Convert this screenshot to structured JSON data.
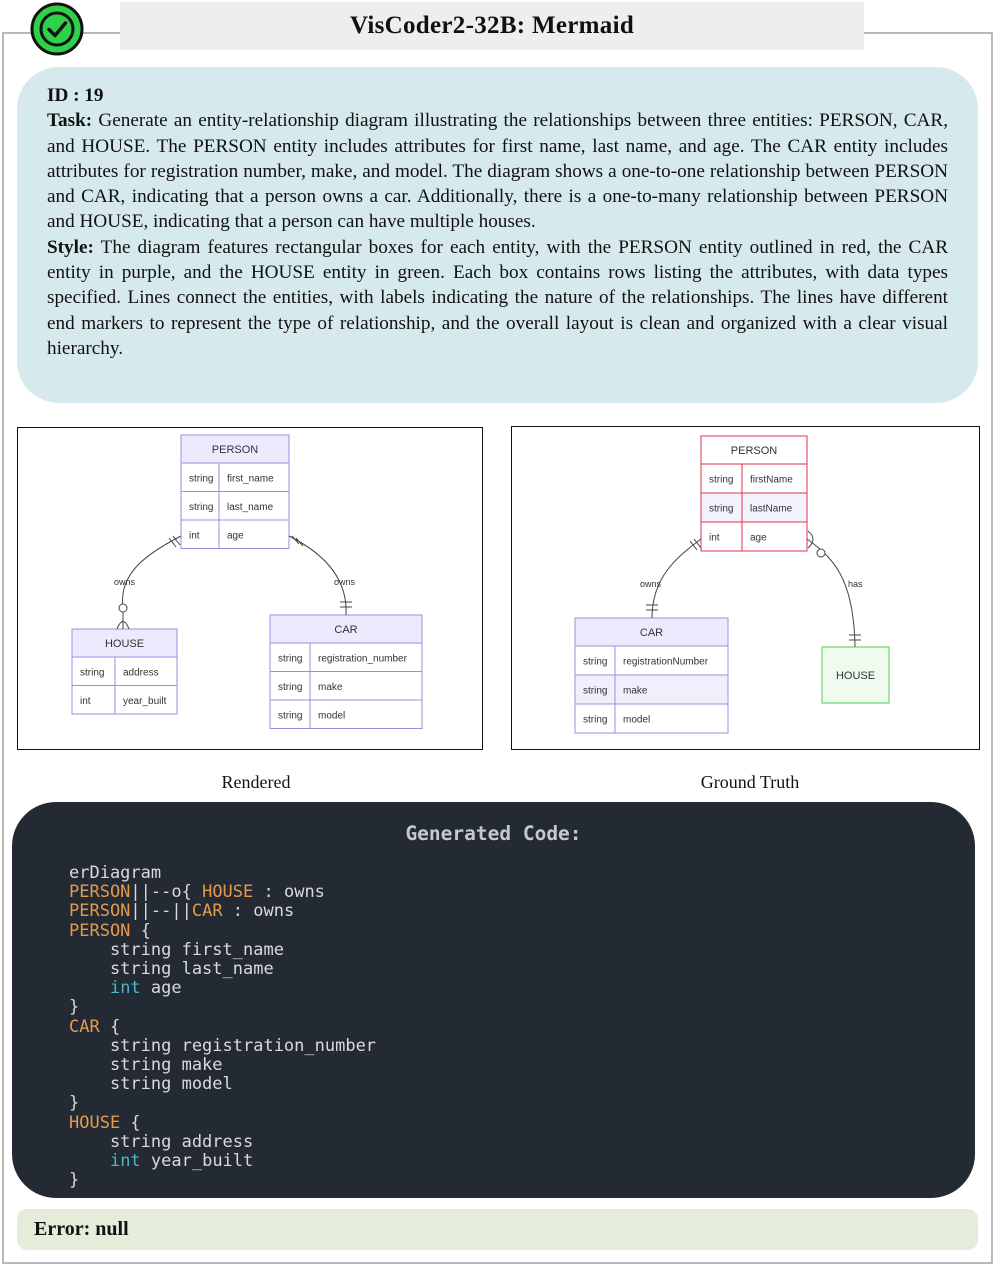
{
  "header": {
    "title": "VisCoder2-32B: Mermaid",
    "status_icon": "check-circle-icon",
    "status_color": "#2fd14a"
  },
  "task": {
    "id_label": "ID : 19",
    "task_label": "Task:",
    "task_text": "Generate an entity-relationship diagram illustrating the relationships between three entities: PERSON, CAR, and HOUSE. The PERSON entity includes attributes for first name, last name, and age. The CAR entity includes attributes for registration number, make, and model. The diagram shows a one-to-one relationship between PERSON and CAR, indicating that a person owns a car. Additionally, there is a one-to-many relationship between PERSON and HOUSE, indicating that a person can have multiple houses.",
    "style_label": "Style:",
    "style_text": "The diagram features rectangular boxes for each entity, with the PERSON entity outlined in red, the CAR entity in purple, and the HOUSE entity in green. Each box contains rows listing the attributes, with data types specified. Lines connect the entities, with labels indicating the nature of the relationships. The lines have different end markers to represent the type of relationship, and the overall layout is clean and organized with a clear visual hierarchy."
  },
  "rendered": {
    "caption": "Rendered",
    "entities": {
      "person": {
        "name": "PERSON",
        "rows": [
          [
            "string",
            "first_name"
          ],
          [
            "string",
            "last_name"
          ],
          [
            "int",
            "age"
          ]
        ]
      },
      "house": {
        "name": "HOUSE",
        "rows": [
          [
            "string",
            "address"
          ],
          [
            "int",
            "year_built"
          ]
        ]
      },
      "car": {
        "name": "CAR",
        "rows": [
          [
            "string",
            "registration_number"
          ],
          [
            "string",
            "make"
          ],
          [
            "string",
            "model"
          ]
        ]
      }
    },
    "rel_left": "owns",
    "rel_right": "owns",
    "border_color": "#9b8ee0",
    "header_fill": "#ecebfd"
  },
  "ground_truth": {
    "caption": "Ground Truth",
    "entities": {
      "person": {
        "name": "PERSON",
        "rows": [
          [
            "string",
            "firstName"
          ],
          [
            "string",
            "lastName"
          ],
          [
            "int",
            "age"
          ]
        ]
      },
      "car": {
        "name": "CAR",
        "rows": [
          [
            "string",
            "registrationNumber"
          ],
          [
            "string",
            "make"
          ],
          [
            "string",
            "model"
          ]
        ]
      },
      "house": {
        "name": "HOUSE",
        "rows": []
      }
    },
    "rel_left": "owns",
    "rel_right": "has",
    "person_color": "#e0334a",
    "car_color": "#9b8ee0",
    "house_color": "#4fd14f"
  },
  "code": {
    "title": "Generated Code:",
    "lines": [
      [
        {
          "t": "erDiagram",
          "c": ""
        }
      ],
      [
        {
          "t": "PERSON",
          "c": "k"
        },
        {
          "t": "||--o{ ",
          "c": ""
        },
        {
          "t": "HOUSE",
          "c": "k"
        },
        {
          "t": " : owns",
          "c": ""
        }
      ],
      [
        {
          "t": "PERSON",
          "c": "k"
        },
        {
          "t": "||--||",
          "c": ""
        },
        {
          "t": "CAR",
          "c": "k"
        },
        {
          "t": " : owns",
          "c": ""
        }
      ],
      [
        {
          "t": "PERSON",
          "c": "k"
        },
        {
          "t": " {",
          "c": ""
        }
      ],
      [
        {
          "t": "    string first_name",
          "c": ""
        }
      ],
      [
        {
          "t": "    string last_name",
          "c": ""
        }
      ],
      [
        {
          "t": "    ",
          "c": ""
        },
        {
          "t": "int",
          "c": "t"
        },
        {
          "t": " age",
          "c": ""
        }
      ],
      [
        {
          "t": "}",
          "c": ""
        }
      ],
      [
        {
          "t": "CAR",
          "c": "k"
        },
        {
          "t": " {",
          "c": ""
        }
      ],
      [
        {
          "t": "    string registration_number",
          "c": ""
        }
      ],
      [
        {
          "t": "    string make",
          "c": ""
        }
      ],
      [
        {
          "t": "    string model",
          "c": ""
        }
      ],
      [
        {
          "t": "}",
          "c": ""
        }
      ],
      [
        {
          "t": "HOUSE",
          "c": "k"
        },
        {
          "t": " {",
          "c": ""
        }
      ],
      [
        {
          "t": "    string address",
          "c": ""
        }
      ],
      [
        {
          "t": "    ",
          "c": ""
        },
        {
          "t": "int",
          "c": "t"
        },
        {
          "t": " year_built",
          "c": ""
        }
      ],
      [
        {
          "t": "}",
          "c": ""
        }
      ]
    ]
  },
  "error": {
    "text": "Error: null"
  }
}
